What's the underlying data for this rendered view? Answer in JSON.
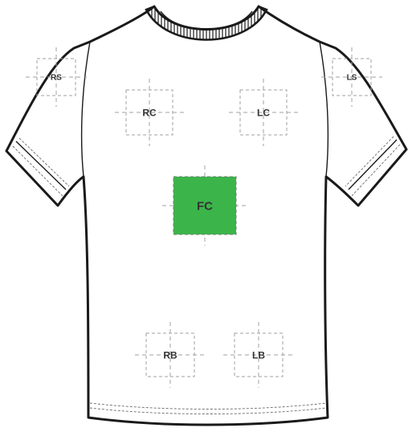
{
  "zones": [
    {
      "id": "RS",
      "label": "RS",
      "selected": false
    },
    {
      "id": "LS",
      "label": "LS",
      "selected": false
    },
    {
      "id": "RC",
      "label": "RC",
      "selected": false
    },
    {
      "id": "LC",
      "label": "LC",
      "selected": false
    },
    {
      "id": "FC",
      "label": "FC",
      "selected": true
    },
    {
      "id": "RB",
      "label": "RB",
      "selected": false
    },
    {
      "id": "LB",
      "label": "LB",
      "selected": false
    }
  ],
  "colors": {
    "selected_fill": "#3bb54a",
    "selected_text": "#1a1a1a",
    "guide": "#a0a0a0",
    "outline": "#1a1a1a"
  }
}
